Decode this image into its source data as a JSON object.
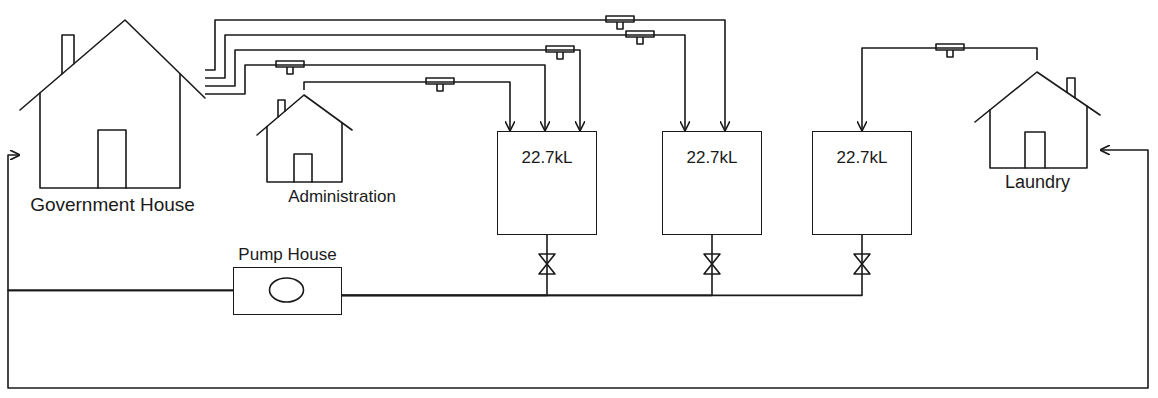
{
  "diagram": {
    "nodes": [
      {
        "text": [
          "Government House"
        ]
      },
      {
        "text": [
          "Administration"
        ]
      },
      {
        "text": [
          "22.7kL"
        ]
      },
      {
        "text": [
          "22.7kL"
        ]
      },
      {
        "text": [
          "22.7kL"
        ]
      },
      {
        "text": [
          "Laundry"
        ]
      },
      {
        "text": [
          "Pump House"
        ]
      }
    ],
    "edges": [
      {
        "from": 0,
        "to": 2,
        "arrow": "to"
      },
      {
        "from": 0,
        "to": 2,
        "arrow": "to"
      },
      {
        "from": 0,
        "to": 3,
        "arrow": "to"
      },
      {
        "from": 0,
        "to": 3,
        "arrow": "to"
      },
      {
        "from": 1,
        "to": 2,
        "arrow": "to"
      },
      {
        "from": 5,
        "to": 4,
        "arrow": "to"
      },
      {
        "from": 2,
        "to": 6,
        "arrow": "none"
      },
      {
        "from": 3,
        "to": 6,
        "arrow": "none"
      },
      {
        "from": 4,
        "to": 6,
        "arrow": "none"
      },
      {
        "from": 6,
        "to": 0,
        "arrow": "to"
      },
      {
        "from": 6,
        "to": 5,
        "arrow": "to"
      }
    ]
  }
}
